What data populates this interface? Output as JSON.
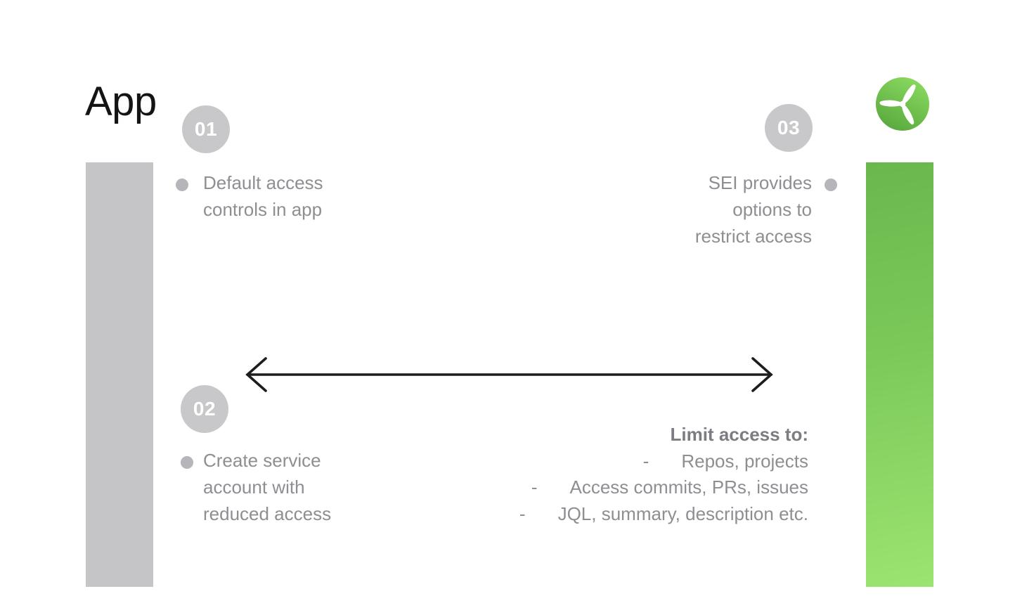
{
  "page": {
    "title": "App"
  },
  "logo": {
    "name": "propeller-logo",
    "gradient_top": "#8ad95f",
    "gradient_bottom": "#58a83e"
  },
  "steps": [
    {
      "number": "01",
      "text": "Default access\ncontrols in app",
      "side": "left"
    },
    {
      "number": "02",
      "text": "Create service\naccount with\nreduced access",
      "side": "left"
    },
    {
      "number": "03",
      "text": "SEI provides\noptions to\nrestrict access",
      "side": "right"
    }
  ],
  "limit_access": {
    "heading": "Limit access to:",
    "marker": "-",
    "items": [
      "Repos, projects",
      "Access commits, PRs, issues",
      "JQL, summary, description etc."
    ]
  },
  "colors": {
    "left_bar": "#c5c5c7",
    "right_bar_top": "#6ab84d",
    "right_bar_bottom": "#9ce471",
    "step_circle": "#c8c8ca",
    "body_text": "#8e8e93",
    "title_text": "#141416",
    "arrow": "#1d1d1f"
  }
}
